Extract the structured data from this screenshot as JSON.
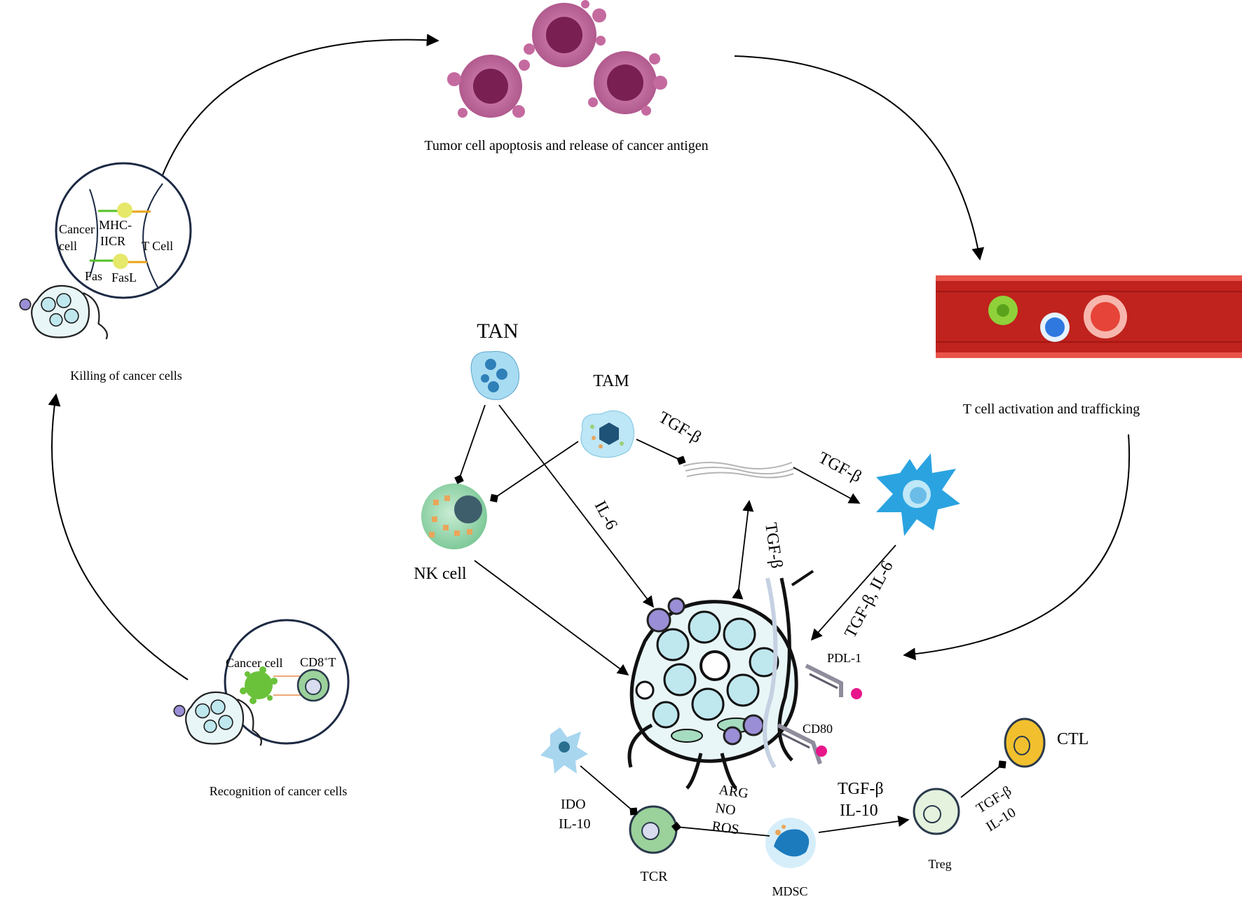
{
  "labels": {
    "apoptosis": "Tumor cell apoptosis and release of cancer antigen",
    "trafficking": "T cell activation and trafficking",
    "killing": "Killing of cancer cells",
    "recognition": "Recognition of cancer cells",
    "tan": "TAN",
    "tam": "TAM",
    "nk_cell": "NK cell",
    "pdl1": "PDL-1",
    "cd80": "CD80",
    "ctl": "CTL",
    "treg": "Treg",
    "mdsc": "MDSC",
    "tcr": "TCR",
    "ido": "IDO",
    "il10_left": "IL-10",
    "arg": "ARG",
    "no": "NO",
    "ros": "ROS"
  },
  "killing_inset": {
    "cancer": "Cancer",
    "cell": "cell",
    "mhc_1": "MHC-",
    "mhc_2": "IICR",
    "t_cell": "T Cell",
    "fas": "Fas",
    "fasl": "FasL"
  },
  "recognition_inset": {
    "cancer_cell": "Cancer cell",
    "cd8": "CD8",
    "cd8_sup": "+",
    "cd8_t": "T"
  },
  "arrow_labels": {
    "tgf_tam": "TGF-β",
    "tgf_fiber": "TGF-β",
    "il6": "IL-6",
    "tgf_vertical": "TGF-β",
    "tgf_il6": "TGF-β,  IL-6",
    "mdsc_tgf": "TGF-β",
    "mdsc_il10": "IL-10",
    "treg_tgf": "TGF-β",
    "treg_il10": "IL-10"
  },
  "colors": {
    "apoptotic_cell": "#b35a90",
    "apoptotic_nucleus": "#7a1f52",
    "vessel": "#c0221d",
    "tumor_cell": "#bfe7ee",
    "nk_cell": "#8fd3a8",
    "tan_cell": "#a8dcf2",
    "dendritic_cell": "#2aa3e0",
    "ctl_cell": "#f2c02e",
    "tcr_cell": "#9bd19b",
    "treg_cell": "#e4f2de",
    "ligand": "#e8168a"
  }
}
